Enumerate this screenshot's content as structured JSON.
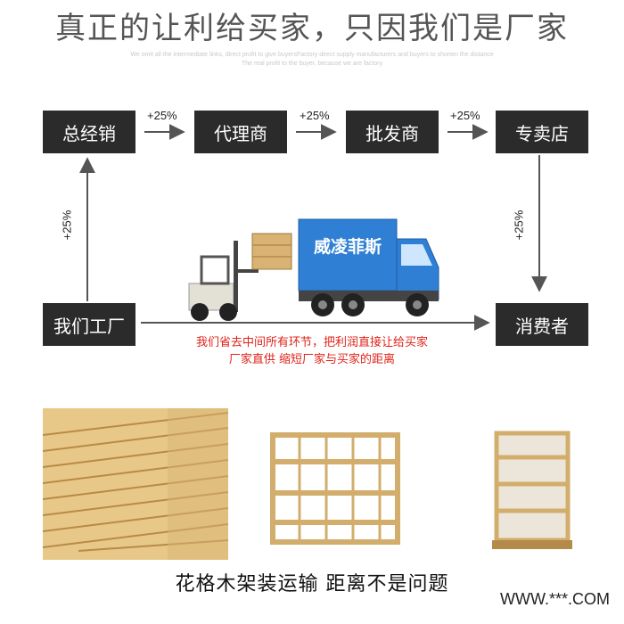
{
  "header": {
    "title": "真正的让利给买家，只因我们是厂家",
    "subtitle_line1": "We omit all the intermediate links, direct profit to give buyersFactory direct supply manufacturers and buyers to shorten the distance",
    "subtitle_line2": "The real profit to the buyer, because we are factory"
  },
  "flow": {
    "nodes": {
      "general_sales": "总经销",
      "agent": "代理商",
      "wholesaler": "批发商",
      "store": "专卖店",
      "factory": "我们工厂",
      "consumer": "消费者"
    },
    "markup_label": "+25%",
    "truck_brand": "威凌菲斯",
    "note_line1": "我们省去中间所有环节，把利润直接让给买家",
    "note_line2": "厂家直供  缩短厂家与买家的距离"
  },
  "caption": "花格木架装运输   距离不是问题",
  "watermark": "WWW.***.COM",
  "colors": {
    "box_bg": "#2b2b2b",
    "note_red": "#e0231a",
    "truck_blue": "#2f7fd4",
    "wood": "#d8b373"
  }
}
